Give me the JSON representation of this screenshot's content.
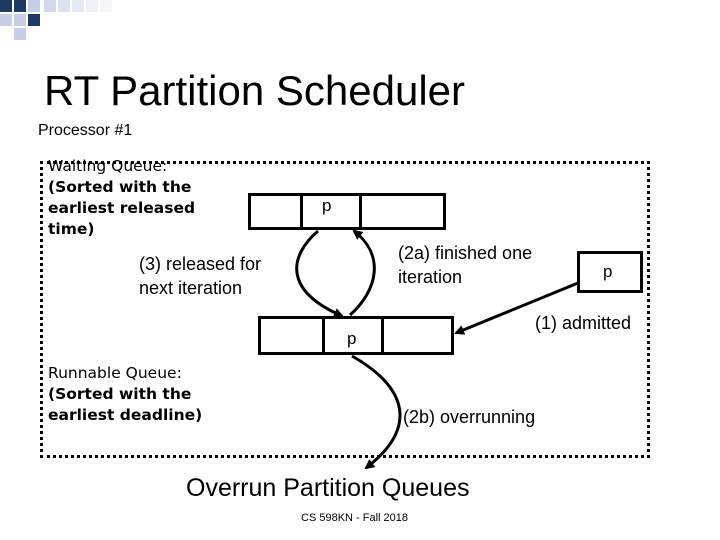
{
  "title": "RT Partition Scheduler",
  "processor": "Processor #1",
  "waiting_queue": {
    "line1": "Waiting Queue:",
    "line2": "(Sorted with the",
    "line3": "earliest released",
    "line4": "time)"
  },
  "runnable_queue": {
    "line1": "Runnable Queue:",
    "line2": "(Sorted with the",
    "line3": "earliest deadline)"
  },
  "labels": {
    "released": [
      "(3) released for",
      "next iteration"
    ],
    "finished": [
      "(2a) finished one",
      "iteration"
    ],
    "admitted": "(1) admitted",
    "overrunning": "(2b) overrunning"
  },
  "partition_labels": {
    "waiting": "p",
    "runnable": "p",
    "incoming": "p"
  },
  "overrun_queues": "Overrun Partition Queues",
  "footer": "CS 598KN - Fall 2018",
  "colors": {
    "deco_dark": "#1f3864",
    "deco_light": "#c5cfe8"
  }
}
